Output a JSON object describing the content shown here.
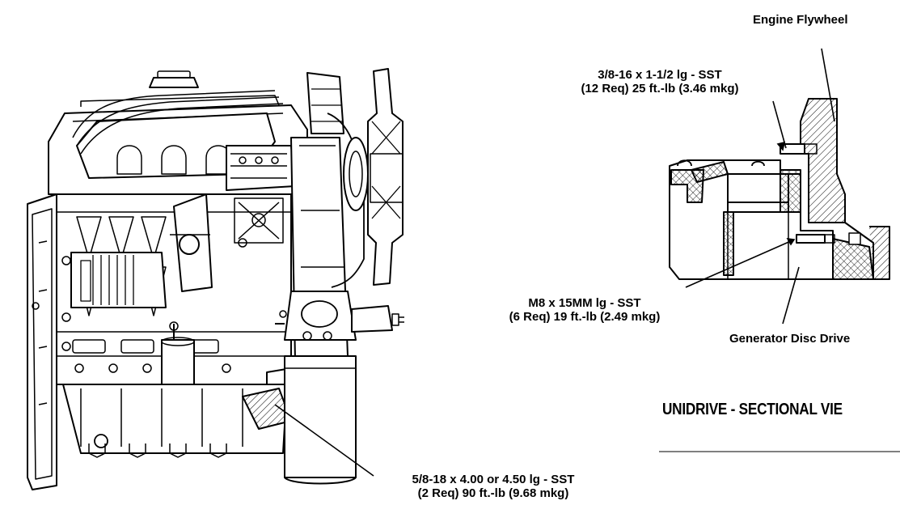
{
  "labels": {
    "engine_flywheel": "Engine Flywheel",
    "bolt_flywheel_line1": "3/8-16 x 1-1/2 lg - SST",
    "bolt_flywheel_line2": "(12 Req) 25 ft.-lb (3.46 mkg)",
    "bolt_disc_line1": "M8 x 15MM lg - SST",
    "bolt_disc_line2": "(6 Req) 19 ft.-lb (2.49 mkg)",
    "generator_disc_drive": "Generator Disc Drive",
    "bolt_mount_line1": "5/8-18 x 4.00 or 4.50 lg - SST",
    "bolt_mount_line2": "(2 Req) 90 ft.-lb (9.68 mkg)"
  },
  "section_title": "UNIDRIVE - SECTIONAL VIE",
  "colors": {
    "ink": "#000000",
    "paper": "#ffffff"
  }
}
